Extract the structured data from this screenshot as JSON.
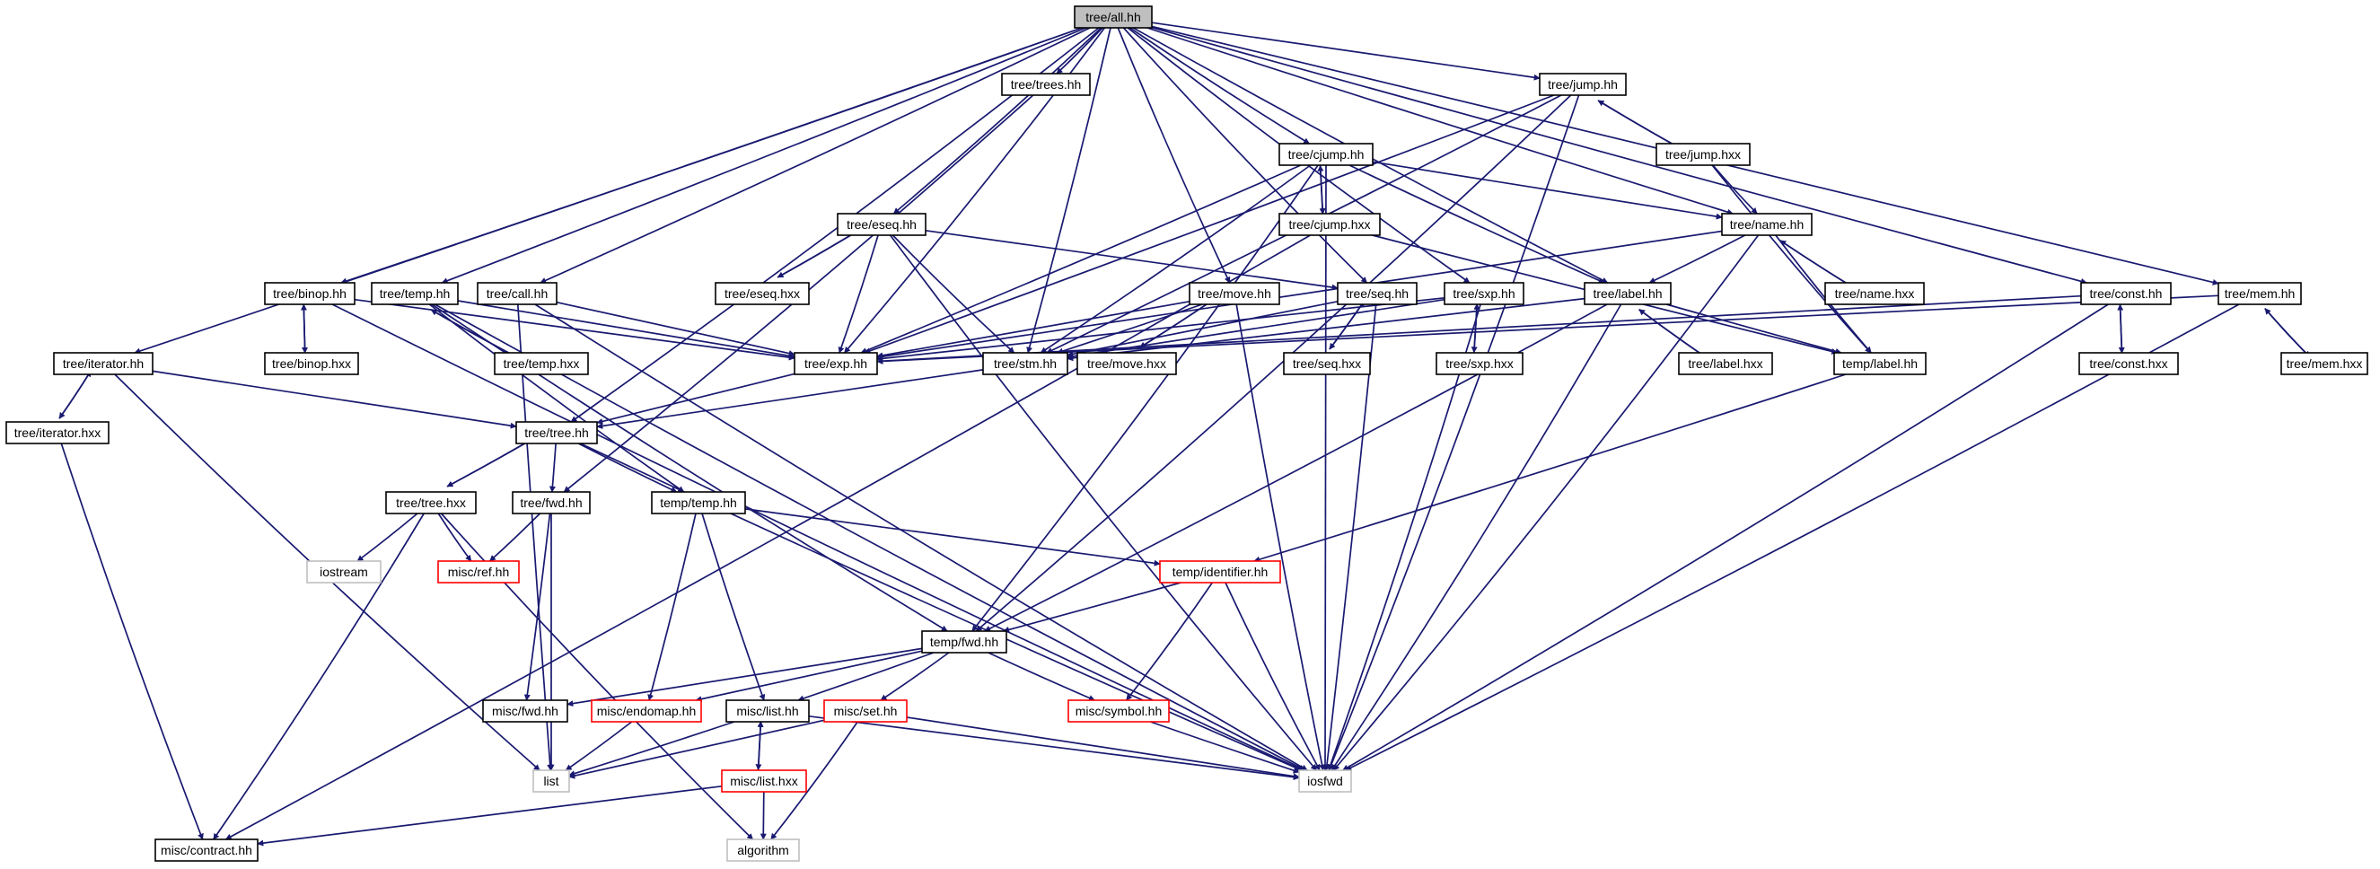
{
  "graph": {
    "nodes": [
      {
        "id": "all",
        "label": "tree/all.hh",
        "style": "root"
      },
      {
        "id": "trees",
        "label": "tree/trees.hh",
        "style": "normal"
      },
      {
        "id": "jump_hh",
        "label": "tree/jump.hh",
        "style": "normal"
      },
      {
        "id": "jump_hxx",
        "label": "tree/jump.hxx",
        "style": "normal"
      },
      {
        "id": "cjump_hh",
        "label": "tree/cjump.hh",
        "style": "normal"
      },
      {
        "id": "cjump_hxx",
        "label": "tree/cjump.hxx",
        "style": "normal"
      },
      {
        "id": "eseq_hh",
        "label": "tree/eseq.hh",
        "style": "normal"
      },
      {
        "id": "eseq_hxx",
        "label": "tree/eseq.hxx",
        "style": "normal"
      },
      {
        "id": "name_hh",
        "label": "tree/name.hh",
        "style": "normal"
      },
      {
        "id": "name_hxx",
        "label": "tree/name.hxx",
        "style": "normal"
      },
      {
        "id": "binop_hh",
        "label": "tree/binop.hh",
        "style": "normal"
      },
      {
        "id": "binop_hxx",
        "label": "tree/binop.hxx",
        "style": "normal"
      },
      {
        "id": "temp_hh",
        "label": "tree/temp.hh",
        "style": "normal"
      },
      {
        "id": "temp_hxx",
        "label": "tree/temp.hxx",
        "style": "normal"
      },
      {
        "id": "call_hh",
        "label": "tree/call.hh",
        "style": "normal"
      },
      {
        "id": "move_hh",
        "label": "tree/move.hh",
        "style": "normal"
      },
      {
        "id": "move_hxx",
        "label": "tree/move.hxx",
        "style": "normal"
      },
      {
        "id": "seq_hh",
        "label": "tree/seq.hh",
        "style": "normal"
      },
      {
        "id": "seq_hxx",
        "label": "tree/seq.hxx",
        "style": "normal"
      },
      {
        "id": "sxp_hh",
        "label": "tree/sxp.hh",
        "style": "normal"
      },
      {
        "id": "sxp_hxx",
        "label": "tree/sxp.hxx",
        "style": "normal"
      },
      {
        "id": "label_hh",
        "label": "tree/label.hh",
        "style": "normal"
      },
      {
        "id": "label_hxx",
        "label": "tree/label.hxx",
        "style": "normal"
      },
      {
        "id": "const_hh",
        "label": "tree/const.hh",
        "style": "normal"
      },
      {
        "id": "const_hxx",
        "label": "tree/const.hxx",
        "style": "normal"
      },
      {
        "id": "mem_hh",
        "label": "tree/mem.hh",
        "style": "normal"
      },
      {
        "id": "mem_hxx",
        "label": "tree/mem.hxx",
        "style": "normal"
      },
      {
        "id": "iter_hh",
        "label": "tree/iterator.hh",
        "style": "normal"
      },
      {
        "id": "iter_hxx",
        "label": "tree/iterator.hxx",
        "style": "normal"
      },
      {
        "id": "exp_hh",
        "label": "tree/exp.hh",
        "style": "normal"
      },
      {
        "id": "stm_hh",
        "label": "tree/stm.hh",
        "style": "normal"
      },
      {
        "id": "templabel",
        "label": "temp/label.hh",
        "style": "normal"
      },
      {
        "id": "tree_hh",
        "label": "tree/tree.hh",
        "style": "normal"
      },
      {
        "id": "tree_hxx",
        "label": "tree/tree.hxx",
        "style": "normal"
      },
      {
        "id": "fwd_hh",
        "label": "tree/fwd.hh",
        "style": "normal"
      },
      {
        "id": "temptemp",
        "label": "temp/temp.hh",
        "style": "normal"
      },
      {
        "id": "iostream",
        "label": "iostream",
        "style": "gray"
      },
      {
        "id": "ref_hh",
        "label": "misc/ref.hh",
        "style": "red"
      },
      {
        "id": "identifier",
        "label": "temp/identifier.hh",
        "style": "red"
      },
      {
        "id": "tempfwd",
        "label": "temp/fwd.hh",
        "style": "normal"
      },
      {
        "id": "miscfwd",
        "label": "misc/fwd.hh",
        "style": "normal"
      },
      {
        "id": "endomap",
        "label": "misc/endomap.hh",
        "style": "red"
      },
      {
        "id": "list_hh",
        "label": "misc/list.hh",
        "style": "normal"
      },
      {
        "id": "set_hh",
        "label": "misc/set.hh",
        "style": "red"
      },
      {
        "id": "symbol_hh",
        "label": "misc/symbol.hh",
        "style": "red"
      },
      {
        "id": "list_std",
        "label": "list",
        "style": "gray"
      },
      {
        "id": "iosfwd",
        "label": "iosfwd",
        "style": "gray"
      },
      {
        "id": "list_hxx",
        "label": "misc/list.hxx",
        "style": "red"
      },
      {
        "id": "contract",
        "label": "misc/contract.hh",
        "style": "normal"
      },
      {
        "id": "algorithm",
        "label": "algorithm",
        "style": "gray"
      }
    ]
  }
}
